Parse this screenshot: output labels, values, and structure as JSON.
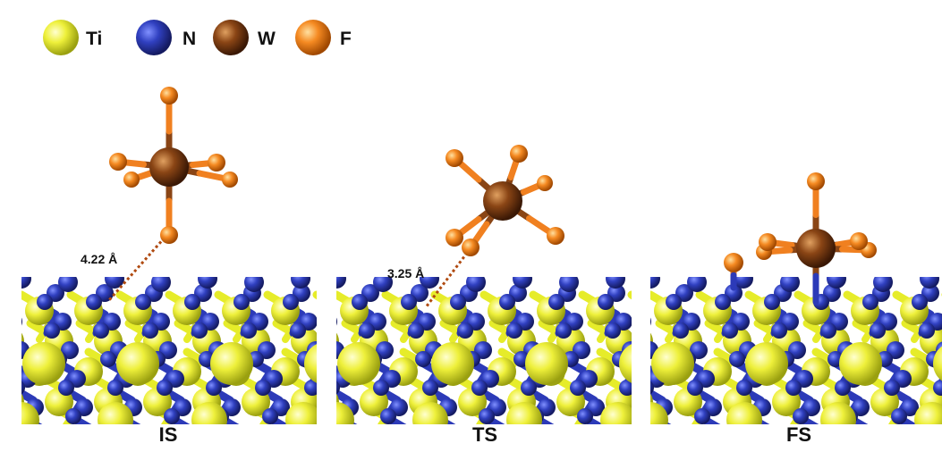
{
  "legend": [
    {
      "symbol": "Ti",
      "color": "#e6ec2a"
    },
    {
      "symbol": "N",
      "color": "#2c3ab8"
    },
    {
      "symbol": "W",
      "color": "#7a3a10"
    },
    {
      "symbol": "F",
      "color": "#f08020"
    }
  ],
  "panels": [
    {
      "label": "IS",
      "distance": "4.22 Å"
    },
    {
      "label": "TS",
      "distance": "3.25 Å"
    },
    {
      "label": "FS",
      "distance": ""
    }
  ],
  "colors": {
    "ti": "#e6ec2a",
    "n": "#2c3ab8",
    "w": "#7a3a10",
    "f": "#f08020",
    "bond_dash": "#b04a10"
  }
}
